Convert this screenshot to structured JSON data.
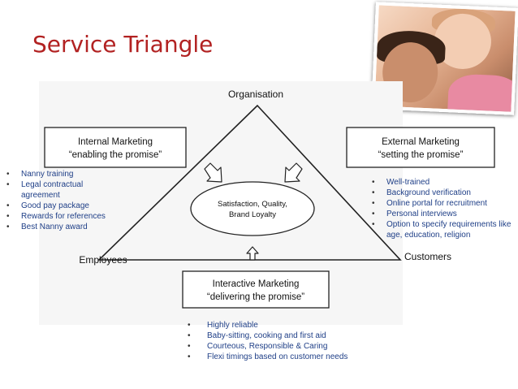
{
  "title": "Service Triangle",
  "diagram": {
    "top_label": "Organisation",
    "left_label": "Employees",
    "right_label": "Customers",
    "center_text": [
      "Satisfaction, Quality,",
      "Brand Loyalty"
    ],
    "internal_box": [
      "Internal Marketing",
      "“enabling the promise”"
    ],
    "external_box": [
      "External Marketing",
      "“setting the promise”"
    ],
    "interactive_box": [
      "Interactive Marketing",
      "“delivering the promise”"
    ]
  },
  "left_bullets": [
    "Nanny training",
    "Legal contractual agreement",
    "Good pay package",
    "Rewards for references",
    "Best Nanny award"
  ],
  "right_bullets": [
    "Well-trained",
    "Background verification",
    "Online portal for recruitment",
    "Personal interviews",
    "Option to specify requirements like age, education, religion"
  ],
  "bottom_bullets": [
    "Highly reliable",
    "Baby-sitting, cooking and first aid",
    "Courteous, Responsible & Caring",
    "Flexi timings based on customer needs"
  ]
}
